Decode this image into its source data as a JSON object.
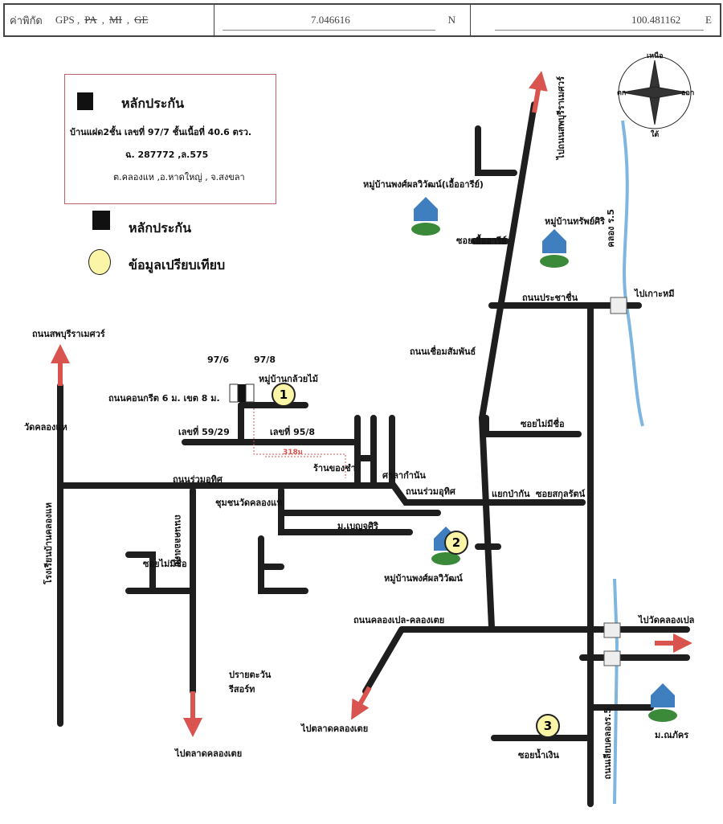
{
  "header": {
    "label": "ค่าพิกัด",
    "gps": "GPS ,",
    "pa": "PA",
    "sep1": ",",
    "mi": "MI",
    "sep2": ",",
    "ge": "GE",
    "lat": "7.046616",
    "lat_dir": "N",
    "lon": "100.481162",
    "lon_dir": "E"
  },
  "legend": {
    "title": "หลักประกัน",
    "desc": "บ้านแฝด2ชั้น เลขที่ 97/7 ชั้นเนื้อที่ 40.6 ตรว.",
    "deed": "ฉ. 287772    ,ล.575",
    "address": "ต.คลองแห ,อ.หาดใหญ่ , จ.สงขลา",
    "collateral": "หลักประกัน",
    "comparable": "ข้อมูลเปรียบเทียบ"
  },
  "compass": {
    "n": "เหนือ",
    "e": "ออก",
    "s": "ใต้",
    "w": "ตก"
  },
  "markers": {
    "m1": "1",
    "m2": "2",
    "m3": "3"
  },
  "labels": {
    "l01": "ถนนสพบุรีราเมศวร์",
    "l02": "วัดคลองแห",
    "l03": "โรงเรียนบ้านคลองแห",
    "l04": "97/6",
    "l05": "97/8",
    "l06": "หมู่บ้านกล้วยไม้",
    "l07": "ถนนคอนกรีต 6 ม. เขต 8 ม.",
    "l08": "เลขที่ 59/29",
    "l09": "เลขที่ 95/8",
    "l10": "318ม",
    "l11": "ร้านของชำ",
    "l12": "ศาลากำนัน",
    "l13": "ถนนร่วมอุทิศ",
    "l14": "ถนนร่วมอุทิศ",
    "l15": "ชุมชนวัดคลองแห",
    "l16": "ถนนคลองเตย",
    "l17": "ม.เบญจศิริ",
    "l18": "ซอยไม่มีชื่อ",
    "l19": "ปรายตะวัน",
    "l20": "รีสอร์ท",
    "l21": "ไปตลาดคลองเตย",
    "l22": "หมู่บ้านพงศ์ผลวิวัฒน์",
    "l23": "ถนนคลองเปล-คลองเตย",
    "l24": "ไปตลาดคลองเตย",
    "l25": "ซอยน้ำเงิน",
    "l26": "ถนนเลียบคลองร.5",
    "l27": "ม.ณภัคร",
    "l28": "ไปวัดคลองเปล",
    "l29": "แยกป่ากัน",
    "l30": "ซอยสกุลรัตน์",
    "l31": "ซอยไม่มีชื่อ",
    "l32": "ถนนเชื่อมสัมพันธ์",
    "l33": "ถนนประชาชื่น",
    "l34": "ไปเกาะหมี",
    "l35": "คลอง ร.5",
    "l36": "หมู่บ้านทรัพย์ศิริ",
    "l37": "ซอยเอื้ออารีย์",
    "l38": "หมู่บ้านพงศ์ผลวิวัฒน์(เอื้ออารีย์)",
    "l39": "ไปถนนสพบุรีราเมศวร์"
  },
  "colors": {
    "road": "#1e1e1e",
    "arrow": "#d9534f",
    "canal": "#7fb6e0",
    "marker": "#fbf5a8",
    "house": "#3f7fbf",
    "grass": "#3a8a3a"
  }
}
